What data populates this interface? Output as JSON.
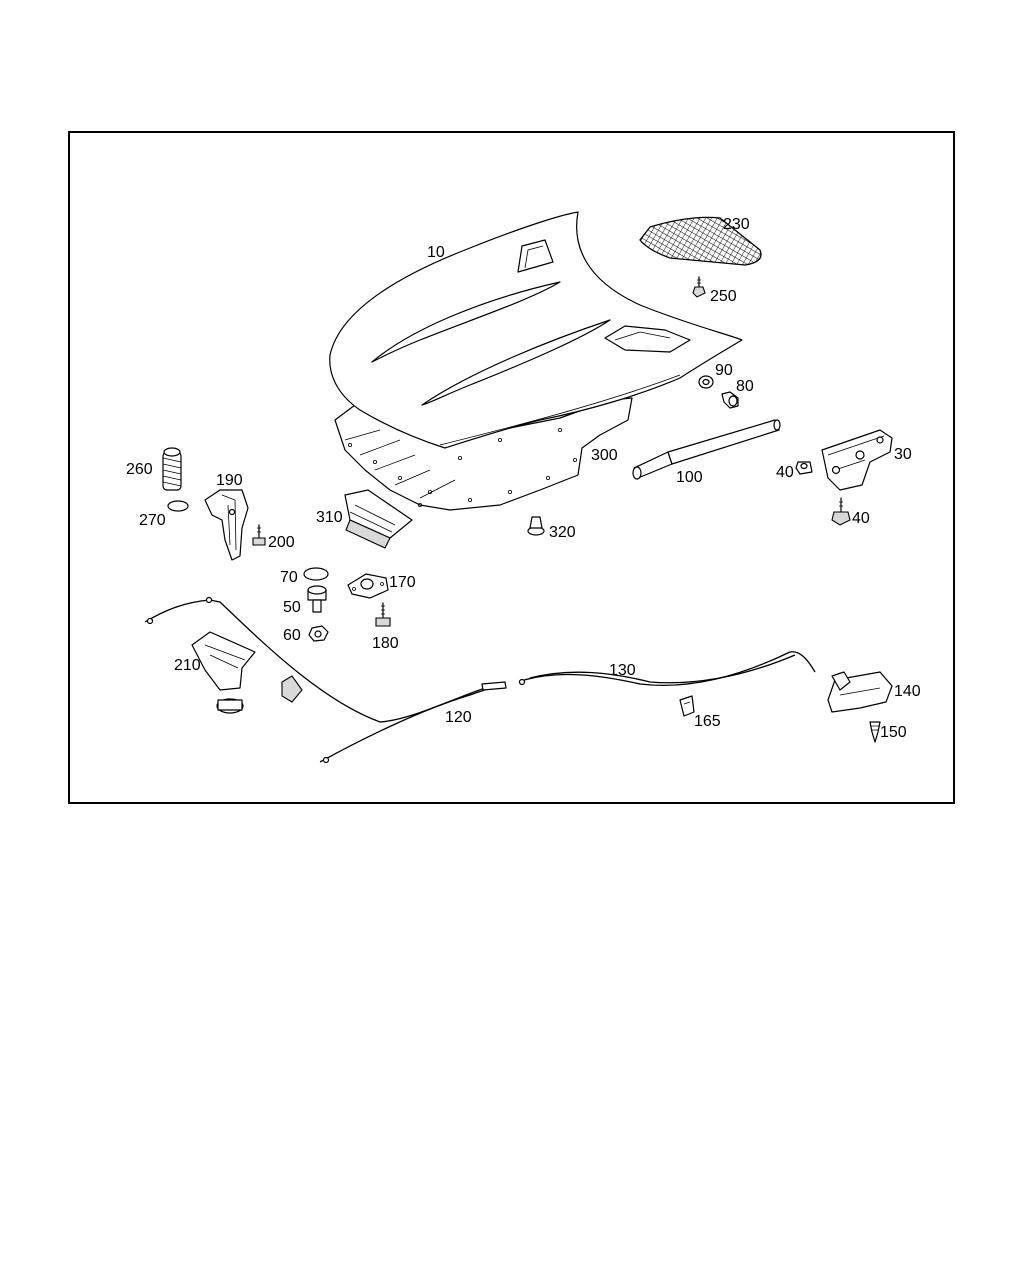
{
  "diagram": {
    "labels": [
      "10",
      "230",
      "250",
      "90",
      "80",
      "30",
      "40",
      "40",
      "100",
      "300",
      "260",
      "270",
      "190",
      "200",
      "310",
      "320",
      "70",
      "170",
      "50",
      "60",
      "180",
      "210",
      "130",
      "140",
      "165",
      "120",
      "150"
    ],
    "colors": {
      "line": "#000000",
      "background": "#ffffff",
      "shade": "#d9d9d9"
    }
  }
}
